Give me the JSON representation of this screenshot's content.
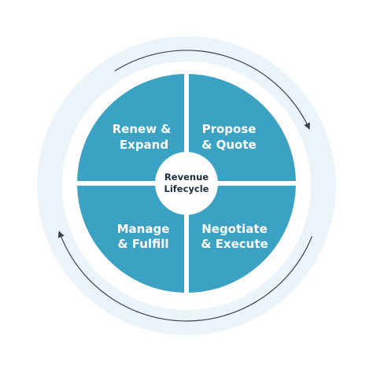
{
  "center": {
    "line1": "Revenue",
    "line2": "Lifecycle"
  },
  "quadrants": [
    {
      "line1": "Renew &",
      "line2": "Expand"
    },
    {
      "line1": "Propose",
      "line2": "& Quote"
    },
    {
      "line1": "Manage",
      "line2": "& Fulfill"
    },
    {
      "line1": "Negotiate",
      "line2": "& Execute"
    }
  ],
  "colors": {
    "outer_ring": "#eaf4f9",
    "inner_fill": "#ffffff",
    "quadrant": "#3ca2c4",
    "center_fill": "#ffffff",
    "arrow": "#3d4449"
  }
}
